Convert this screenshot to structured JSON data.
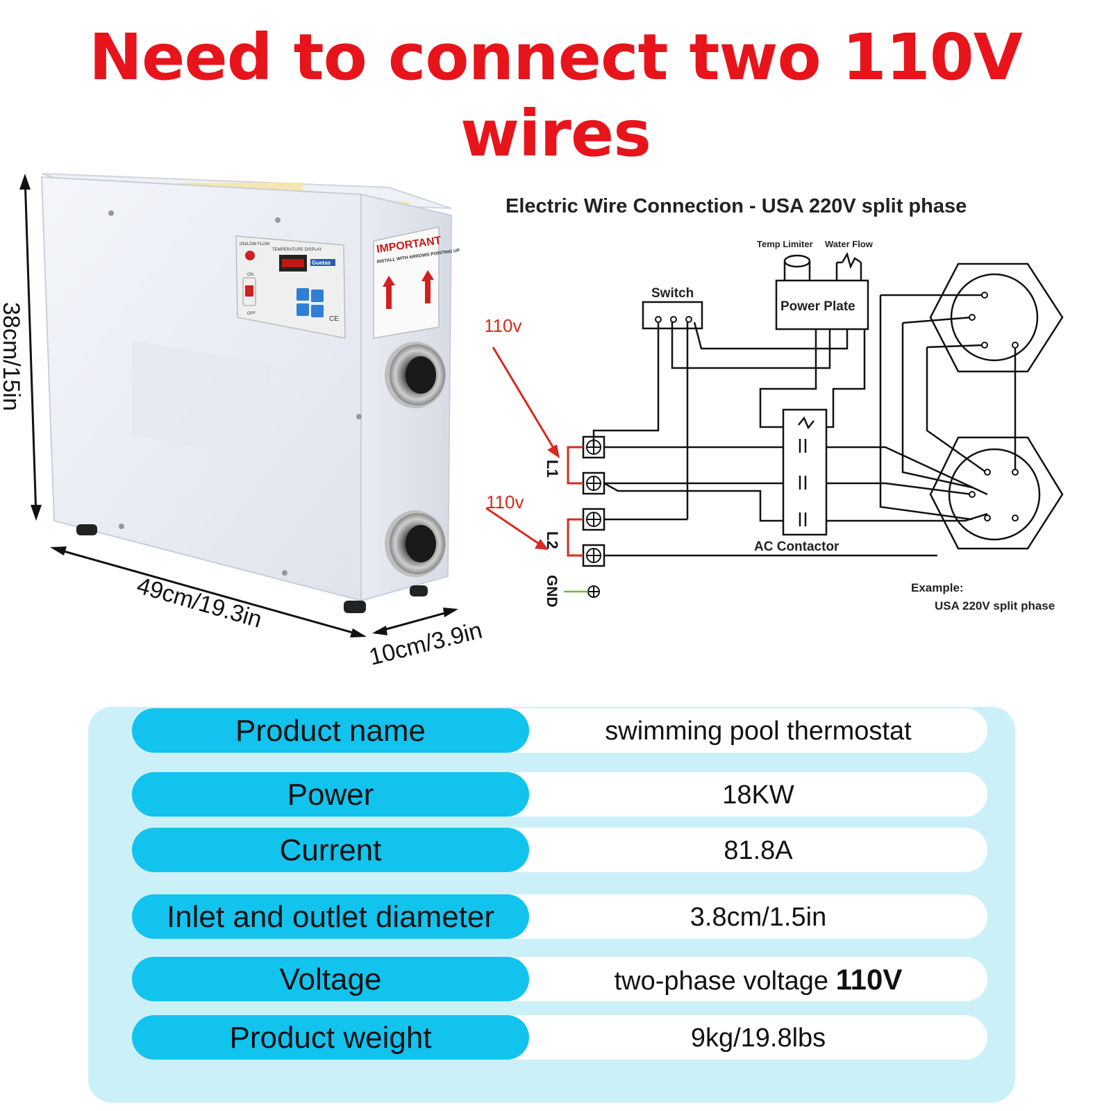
{
  "headline": "Need to connect two 110V wires",
  "product": {
    "height_label": "38cm/15in",
    "width_label": "49cm/19.3in",
    "depth_label": "10cm/3.9in",
    "brand": "Guetas",
    "important_title": "IMPORTANT",
    "important_sub": "INSTALL WITH ARROWS POINTING UP",
    "panel_labels": [
      "ON/LOW FLOW",
      "TEMPERATURE  DISPLAY",
      "ON",
      "OFF"
    ],
    "ce_mark": "CE"
  },
  "diagram": {
    "title": "Electric Wire Connection -  USA 220V split phase",
    "temp_limiter": "Temp Limiter",
    "water_flow": "Water Flow",
    "switch": "Switch",
    "power_plate": "Power Plate",
    "ac_contactor": "AC Contactor",
    "l1_voltage": "110v",
    "l2_voltage": "110v",
    "l1": "L1",
    "l2": "L2",
    "gnd": "GND",
    "example_title": "Example:",
    "example_text": "USA 220V split phase"
  },
  "specs": [
    {
      "label": "Product name",
      "value": "swimming pool thermostat"
    },
    {
      "label": "Power",
      "value": "18KW"
    },
    {
      "label": "Current",
      "value": "81.8A"
    },
    {
      "label": "Inlet and outlet diameter",
      "value": "3.8cm/1.5in"
    },
    {
      "label": "Voltage",
      "value": "two-phase voltage ",
      "value_bold": "110V"
    },
    {
      "label": "Product weight",
      "value": "9kg/19.8lbs"
    }
  ]
}
